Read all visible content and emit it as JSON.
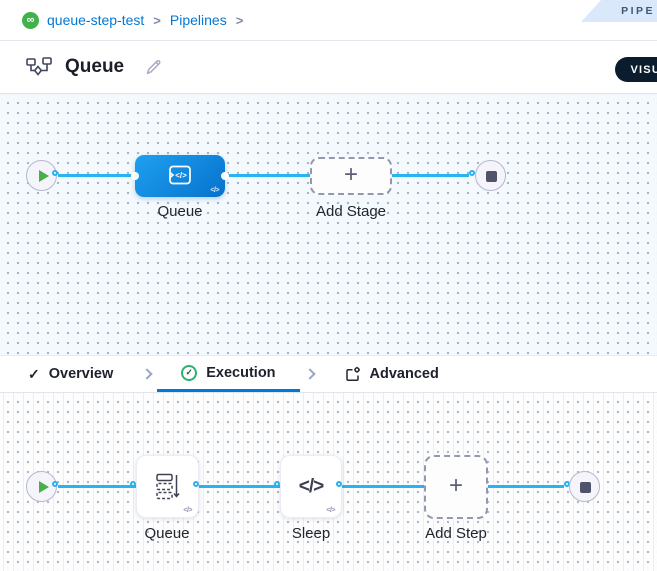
{
  "breadcrumb": {
    "project_label": "queue-step-test",
    "pipelines_label": "Pipelines",
    "separator": ">"
  },
  "ribbon": {
    "label": "PIPE"
  },
  "header": {
    "title": "Queue",
    "view_toggle": "VISU"
  },
  "icons": {
    "check": "✓",
    "plus": "+",
    "code": "</>",
    "infinity": "∞"
  },
  "stage_canvas": {
    "stage": {
      "label": "Queue",
      "code_badge": "</>"
    },
    "add_stage_label": "Add Stage"
  },
  "tabs": {
    "overview": "Overview",
    "execution": "Execution",
    "advanced": "Advanced"
  },
  "step_canvas": {
    "steps": [
      {
        "label": "Queue",
        "code_badge": "</>"
      },
      {
        "label": "Sleep",
        "code_badge": "</>",
        "icon_glyph": "</>"
      }
    ],
    "add_step_label": "Add Step"
  },
  "colors": {
    "link": "#0278d5",
    "connector": "#29b4f0",
    "stage_blue": "#0b85dd",
    "success_green": "#29b271",
    "play_green": "#47b04b"
  }
}
